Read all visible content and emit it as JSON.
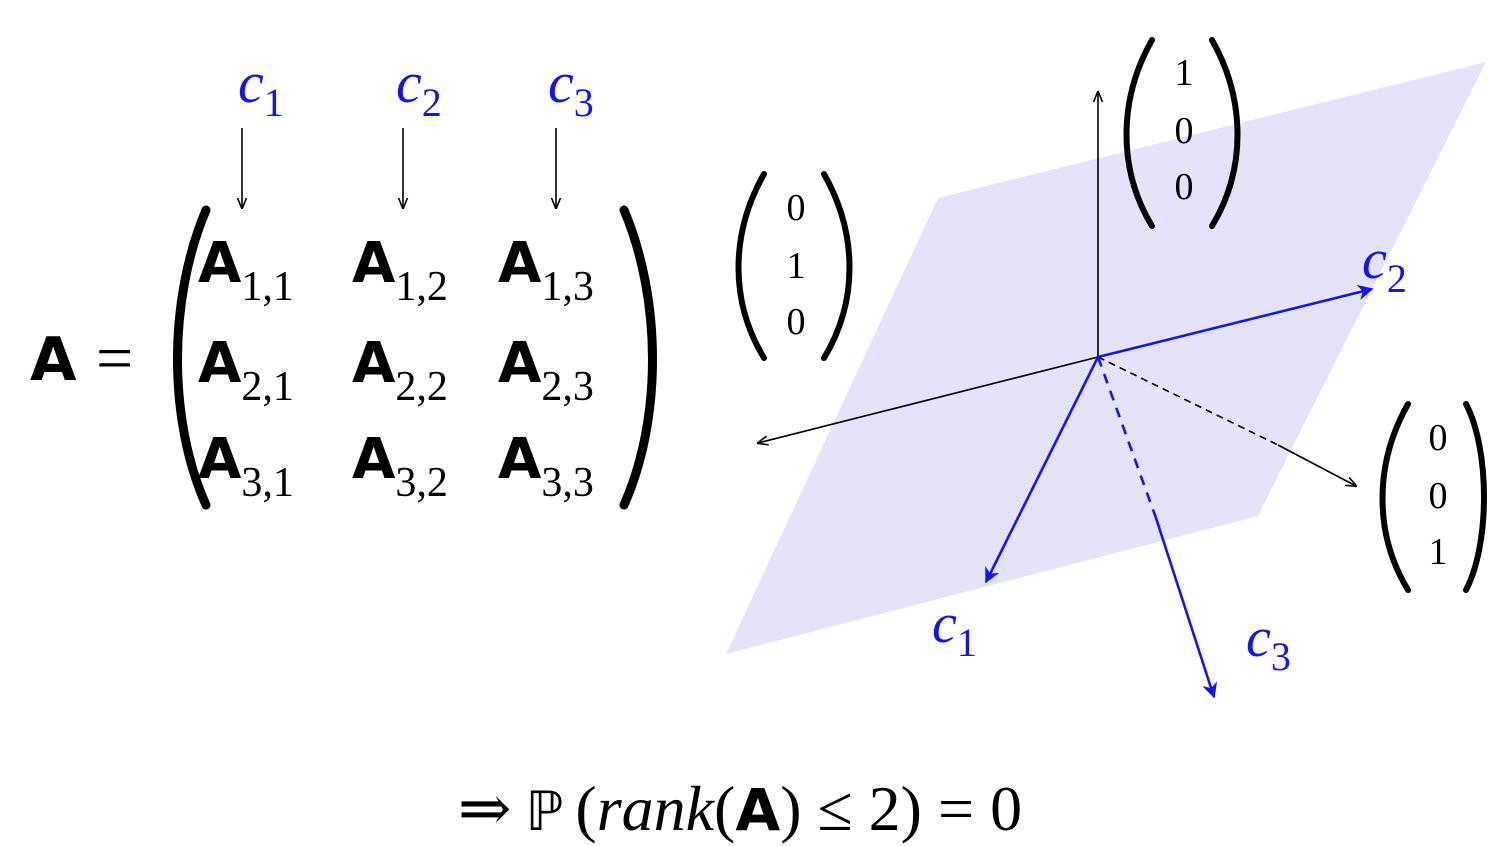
{
  "colors": {
    "accent": "#1515e8",
    "plane": "#e3e4fa",
    "ink": "#000000"
  },
  "matrix": {
    "symbol": "A",
    "equals": "=",
    "columns": [
      {
        "name": "c",
        "sub": "1"
      },
      {
        "name": "c",
        "sub": "2"
      },
      {
        "name": "c",
        "sub": "3"
      }
    ],
    "entries": [
      [
        "1,1",
        "1,2",
        "1,3"
      ],
      [
        "2,1",
        "2,2",
        "2,3"
      ],
      [
        "3,1",
        "3,2",
        "3,3"
      ]
    ]
  },
  "basis": {
    "e1": [
      "1",
      "0",
      "0"
    ],
    "e2": [
      "0",
      "1",
      "0"
    ],
    "e3": [
      "0",
      "0",
      "1"
    ]
  },
  "vectors": {
    "c1": {
      "name": "c",
      "sub": "1"
    },
    "c2": {
      "name": "c",
      "sub": "2"
    },
    "c3": {
      "name": "c",
      "sub": "3"
    }
  },
  "conclusion": {
    "implies": "⇒",
    "prob": "ℙ",
    "open": "(",
    "rank": "rank",
    "rank_open": "(",
    "rank_arg": "A",
    "rank_close": ")",
    "leq": "≤",
    "bound": "2",
    "close": ")",
    "equals": "=",
    "value": "0"
  }
}
